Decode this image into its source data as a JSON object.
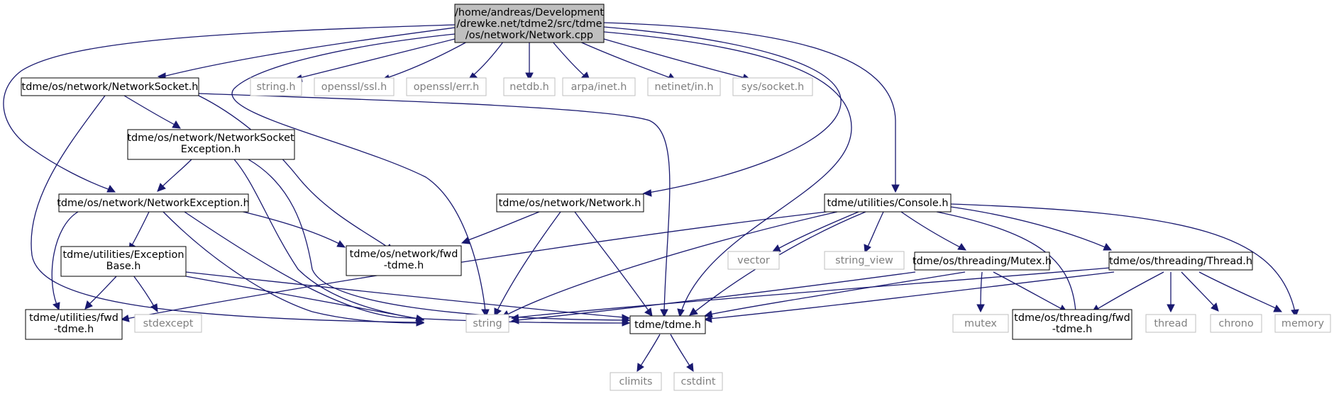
{
  "graph": {
    "root": {
      "line1": "/home/andreas/Development",
      "line2": "/drewke.net/tdme2/src/tdme",
      "line3": "/os/network/Network.cpp"
    },
    "nodes": {
      "networksocket_h": "tdme/os/network/NetworkSocket.h",
      "string_h": "string.h",
      "openssl_ssl_h": "openssl/ssl.h",
      "openssl_err_h": "openssl/err.h",
      "netdb_h": "netdb.h",
      "arpa_inet_h": "arpa/inet.h",
      "netinet_in_h": "netinet/in.h",
      "sys_socket_h": "sys/socket.h",
      "networksocketexception_h_1": "tdme/os/network/NetworkSocket",
      "networksocketexception_h_2": "Exception.h",
      "networkexception_h": "tdme/os/network/NetworkException.h",
      "network_h": "tdme/os/network/Network.h",
      "console_h": "tdme/utilities/Console.h",
      "exceptionbase_h_1": "tdme/utilities/Exception",
      "exceptionbase_h_2": "Base.h",
      "network_fwd_1": "tdme/os/network/fwd",
      "network_fwd_2": "-tdme.h",
      "vector": "vector",
      "string_view": "string_view",
      "mutex_h": "tdme/os/threading/Mutex.h",
      "thread_h": "tdme/os/threading/Thread.h",
      "utilities_fwd_1": "tdme/utilities/fwd",
      "utilities_fwd_2": "-tdme.h",
      "stdexcept": "stdexcept",
      "string": "string",
      "tdme_h": "tdme/tdme.h",
      "mutex": "mutex",
      "threading_fwd_1": "tdme/os/threading/fwd",
      "threading_fwd_2": "-tdme.h",
      "thread": "thread",
      "chrono": "chrono",
      "memory": "memory",
      "climits": "climits",
      "cstdint": "cstdint"
    },
    "colors": {
      "edge": "#191970",
      "root_fill": "#bfbfbf",
      "node_border": "#000000",
      "external_border": "#bfbfbf",
      "external_text": "#7f7f7f"
    }
  }
}
